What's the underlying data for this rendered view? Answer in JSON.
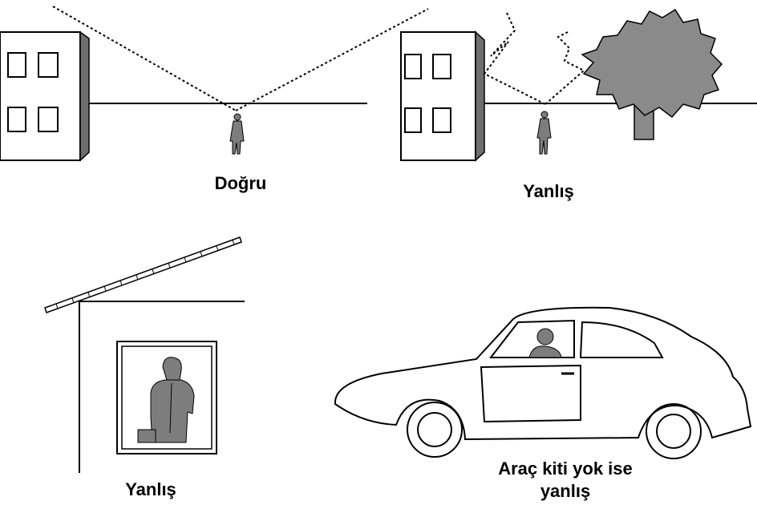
{
  "labels": {
    "correct": "Doğru",
    "wrong_tree": "Yanlış",
    "wrong_house": "Yanlış",
    "car_line1": "Araç kiti yok ise",
    "car_line2": "yanlış"
  },
  "colors": {
    "line": "#000000",
    "wall_shade": "#6e6e6e",
    "tree": "#8a8a8a",
    "person": "#7d7d7d",
    "background": "#ffffff"
  }
}
